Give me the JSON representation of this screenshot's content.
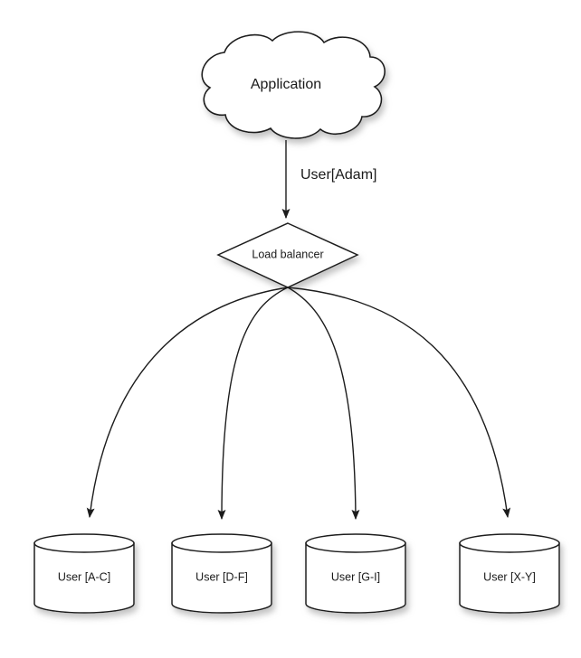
{
  "diagram": {
    "title_text": "",
    "background_color": "#ffffff",
    "stroke_color": "#1c1c1c",
    "text_color": "#1a1a1a",
    "nodes": {
      "cloud": {
        "label": "Application",
        "shape": "cloud"
      },
      "balancer": {
        "label": "Load balancer",
        "shape": "diamond"
      },
      "databases": [
        {
          "label": "User [A-C]",
          "shape": "cylinder"
        },
        {
          "label": "User [D-F]",
          "shape": "cylinder"
        },
        {
          "label": "User [G-I]",
          "shape": "cylinder"
        },
        {
          "label": "User [X-Y]",
          "shape": "cylinder"
        }
      ]
    },
    "edges": {
      "app_to_balancer_label": "User[Adam]"
    }
  }
}
